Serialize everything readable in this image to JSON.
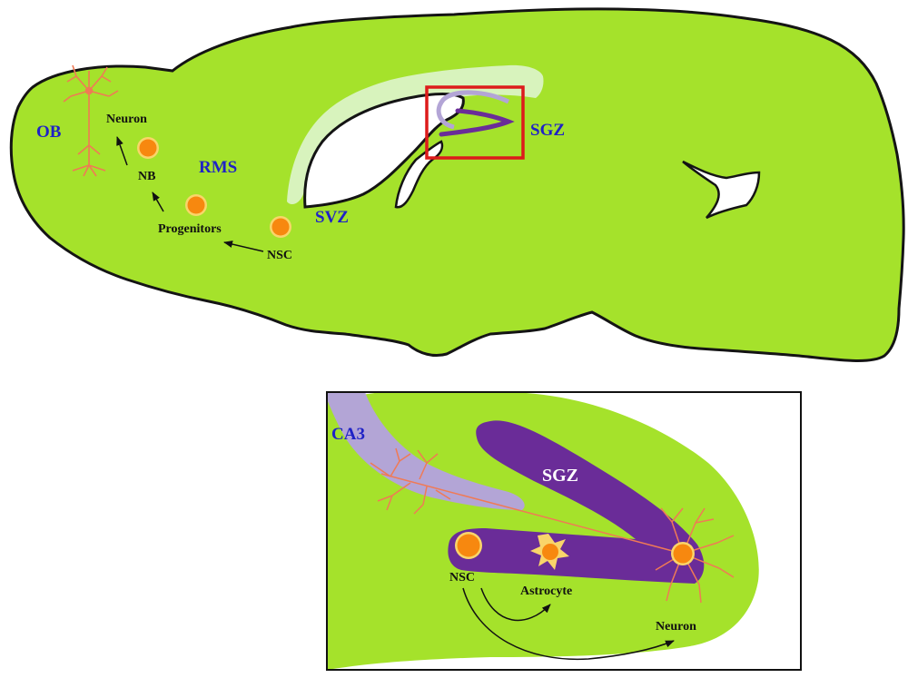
{
  "colors": {
    "tissue": "#a5e22b",
    "tissue_outline": "#141414",
    "ventricle": "#ffffff",
    "white_matter": "#d8f3bd",
    "sgz_purple": "#6a2c98",
    "ca3_lavender": "#b3a5d6",
    "highlight_box": "#dd1b1b",
    "cell_fill": "#f7880f",
    "cell_ring": "#f9d56a",
    "neuron_line": "#f07a55",
    "label_blue": "#1f22c6",
    "label_black": "#111111",
    "label_white": "#ffffff"
  },
  "sagittal": {
    "regions": {
      "ob": "OB",
      "rms": "RMS",
      "svz": "SVZ",
      "sgz": "SGZ"
    },
    "stages": {
      "neuron": "Neuron",
      "nb": "NB",
      "progenitors": "Progenitors",
      "nsc": "NSC"
    }
  },
  "inset": {
    "regions": {
      "ca3": "CA3",
      "sgz": "SGZ"
    },
    "cells": {
      "nsc": "NSC",
      "astrocyte": "Astrocyte",
      "neuron": "Neuron"
    }
  }
}
